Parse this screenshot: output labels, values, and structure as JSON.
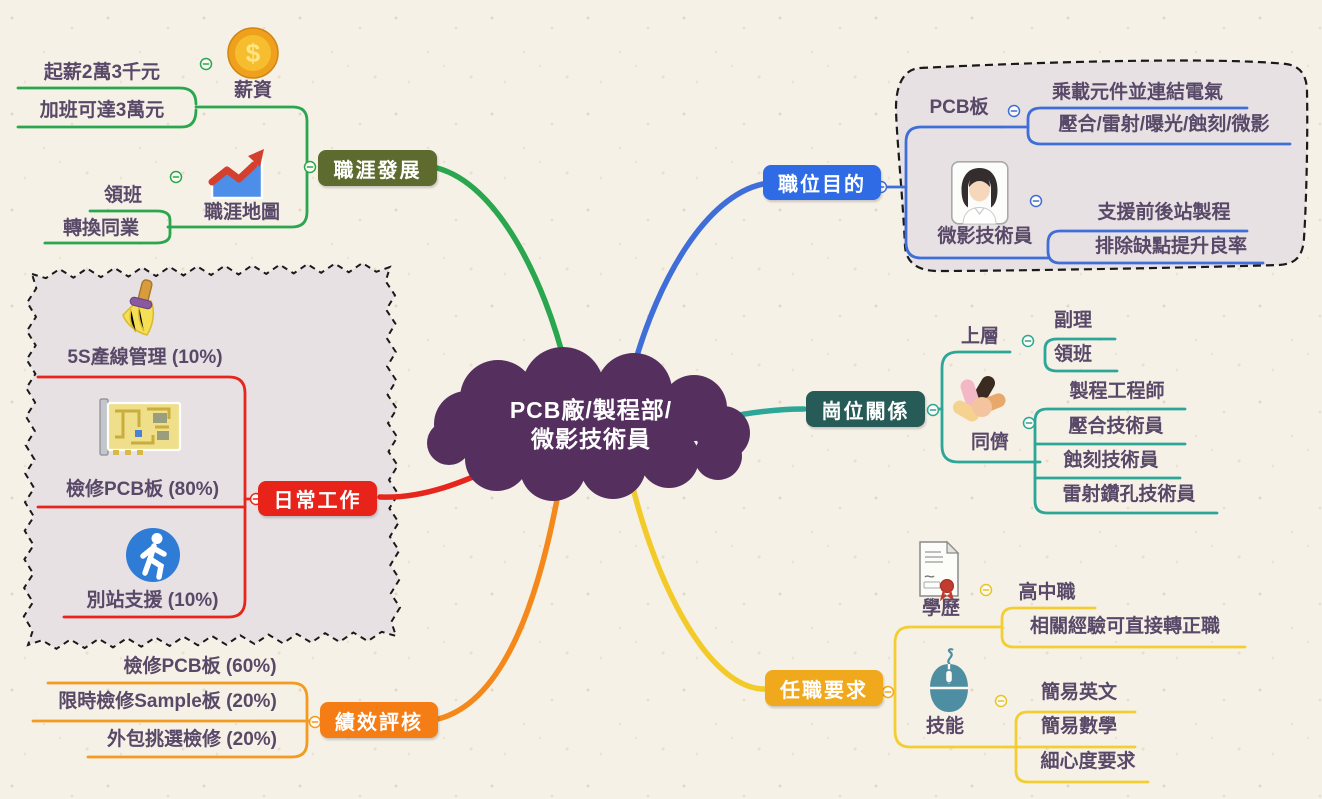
{
  "root": {
    "line1": "PCB廠/製程部/",
    "line2": "微影技術員"
  },
  "branches": {
    "career": {
      "label": "職涯發展"
    },
    "purpose": {
      "label": "職位目的"
    },
    "relations": {
      "label": "崗位關係"
    },
    "daily": {
      "label": "日常工作"
    },
    "performance": {
      "label": "績效評核"
    },
    "requirements": {
      "label": "任職要求"
    }
  },
  "career": {
    "salary": {
      "label": "薪資",
      "items": [
        "起薪2萬3千元",
        "加班可達3萬元"
      ]
    },
    "map": {
      "label": "職涯地圖",
      "items": [
        "領班",
        "轉換同業"
      ]
    }
  },
  "purpose": {
    "pcb": {
      "label": "PCB板",
      "items": [
        "乘載元件並連結電氣",
        "壓合/雷射/曝光/蝕刻/微影"
      ]
    },
    "tech": {
      "label": "微影技術員",
      "items": [
        "支援前後站製程",
        "排除缺點提升良率"
      ]
    }
  },
  "relations": {
    "upper": {
      "label": "上層",
      "items": [
        "副理",
        "領班"
      ]
    },
    "peers": {
      "label": "同儕",
      "items": [
        "製程工程師",
        "壓合技術員",
        "蝕刻技術員",
        "雷射鑽孔技術員"
      ]
    }
  },
  "daily": {
    "items": [
      "5S產線管理 (10%)",
      "檢修PCB板 (80%)",
      "別站支援 (10%)"
    ]
  },
  "performance": {
    "items": [
      "檢修PCB板 (60%)",
      "限時檢修Sample板 (20%)",
      "外包挑選檢修 (20%)"
    ]
  },
  "requirements": {
    "education": {
      "label": "學歷",
      "items": [
        "高中職",
        "相關經驗可直接轉正職"
      ]
    },
    "skills": {
      "label": "技能",
      "items": [
        "簡易英文",
        "簡易數學",
        "細心度要求"
      ]
    }
  },
  "icons": {
    "coin_symbol": "$",
    "salary": "coin-icon",
    "career_map": "growth-chart-icon",
    "lithography_tech": "woman-avatar-icon",
    "peers": "hands-together-icon",
    "daily_0": "broom-icon",
    "daily_1": "pcb-card-icon",
    "daily_2": "walking-person-icon",
    "education": "certificate-icon",
    "skills": "computer-mouse-icon"
  },
  "colors": {
    "paper": "#F6F1E7",
    "group_fill": "#E7E1E4",
    "root_fill": "#55305F",
    "career_node": "#5E6B2F",
    "career_line": "#2AA64E",
    "purpose_node": "#2E6BE4",
    "purpose_line": "#3F6ED8",
    "relations_node": "#265B57",
    "relations_line": "#2CA696",
    "daily_node": "#E8231A",
    "daily_line": "#E6261C",
    "performance_node": "#F57D15",
    "performance_line": "#F49B1F",
    "requirements_node": "#F0A81C",
    "requirements_line": "#F3CE33",
    "text": "#594968"
  }
}
